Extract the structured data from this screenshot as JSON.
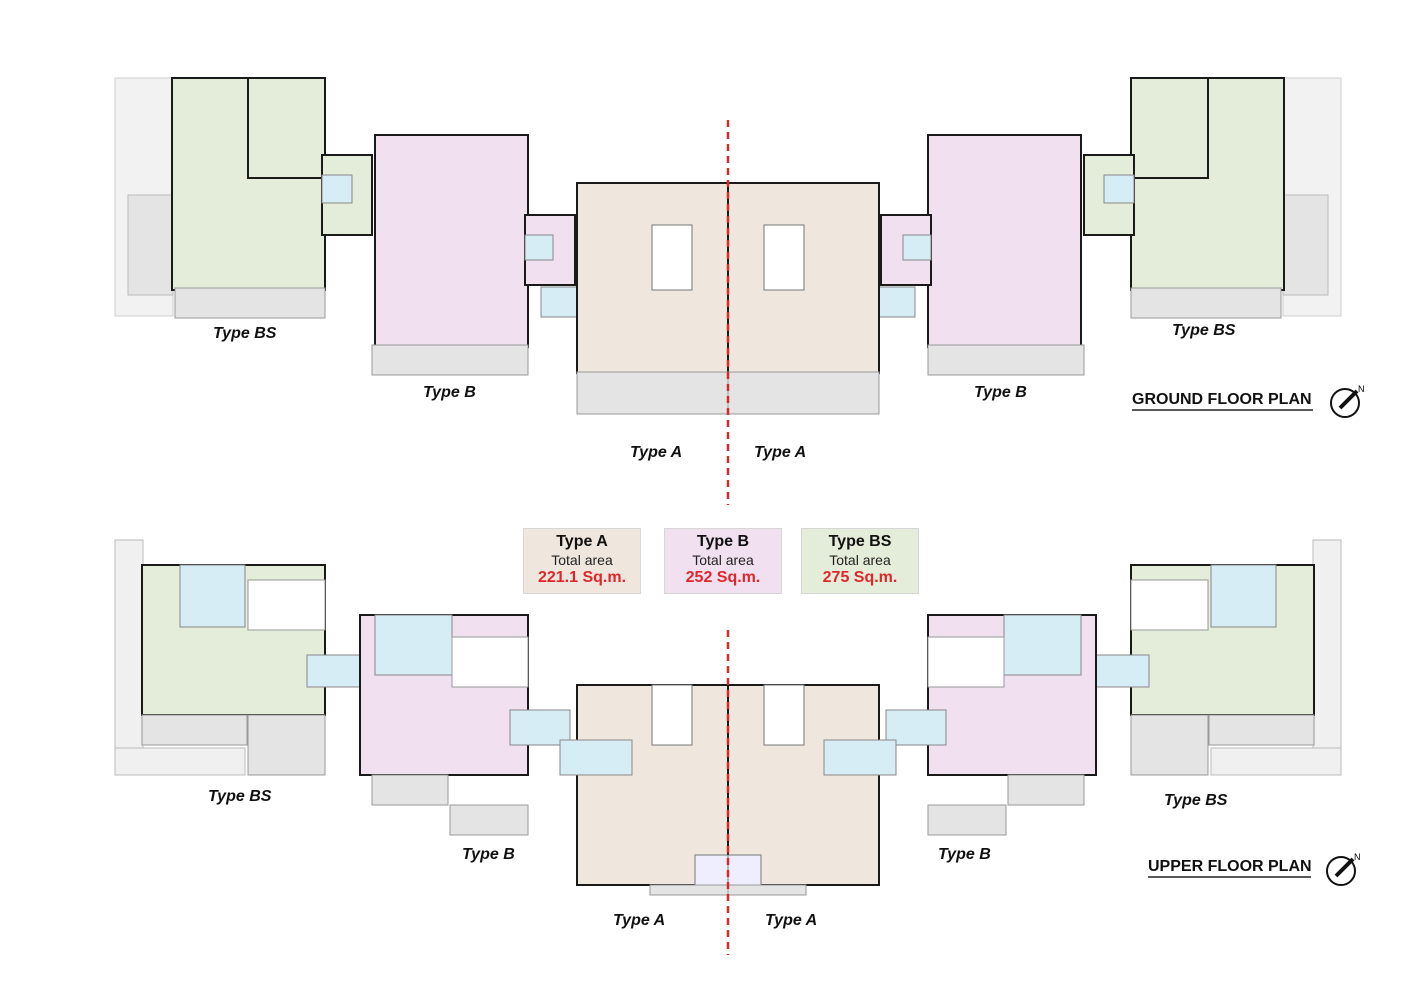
{
  "ground_floor": {
    "title": "GROUND FLOOR PLAN",
    "labels": {
      "bs_left": "Type BS",
      "b_left": "Type B",
      "a_left": "Type A",
      "a_right": "Type A",
      "b_right": "Type B",
      "bs_right": "Type BS"
    }
  },
  "upper_floor": {
    "title": "UPPER FLOOR PLAN",
    "labels": {
      "bs_left": "Type BS",
      "b_left": "Type B",
      "a_left": "Type A",
      "a_right": "Type A",
      "b_right": "Type B",
      "bs_right": "Type BS"
    }
  },
  "compass": {
    "north_label": "N"
  },
  "legend": [
    {
      "type": "Type A",
      "caption": "Total area",
      "area": "221.1 Sq.m.",
      "color": "#efe7dd"
    },
    {
      "type": "Type B",
      "caption": "Total area",
      "area": "252 Sq.m.",
      "color": "#f0e0f0"
    },
    {
      "type": "Type BS",
      "caption": "Total area",
      "area": "275 Sq.m.",
      "color": "#e4edda"
    }
  ],
  "colors": {
    "type_a": "#efe7dd",
    "type_b": "#f0e0f0",
    "type_bs": "#e4edda",
    "bath": "#d7edf5",
    "balcony": "#e4e4e4",
    "divider": "#d42a2a"
  }
}
